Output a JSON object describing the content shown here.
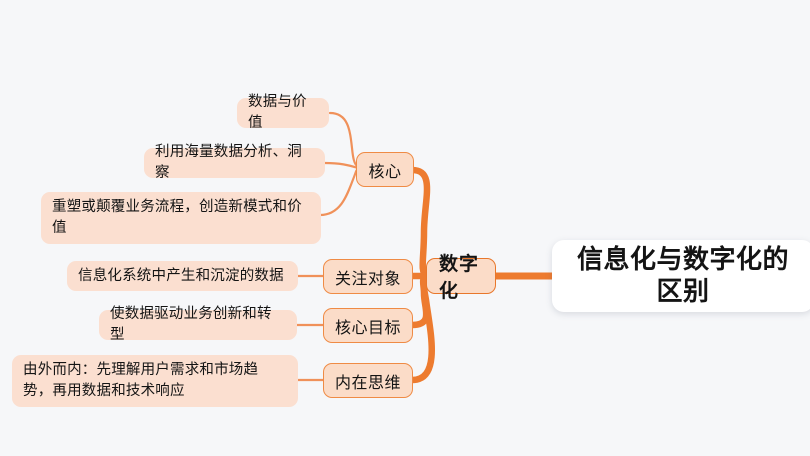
{
  "diagram": {
    "type": "mindmap",
    "background_color": "#f6f7f9",
    "root": {
      "label": "信息化与数字化的区别",
      "fill": "#ffffff",
      "text_color": "#141414"
    },
    "branch_color": "#ed7b2f",
    "node_fill": "#fbdcc8",
    "leaf_fill": "#fbdfd0",
    "level1": {
      "label": "数字化"
    },
    "level2": [
      {
        "label": "核心"
      },
      {
        "label": "关注对象"
      },
      {
        "label": "核心目标"
      },
      {
        "label": "内在思维"
      }
    ],
    "leaves": {
      "core": [
        {
          "label": "数据与价值"
        },
        {
          "label": "利用海量数据分析、洞察"
        },
        {
          "label": "重塑或颠覆业务流程，创造新模式和价\n值"
        }
      ],
      "focus": [
        {
          "label": "信息化系统中产生和沉淀的数据"
        }
      ],
      "goal": [
        {
          "label": "使数据驱动业务创新和转型"
        }
      ],
      "mindset": [
        {
          "label": "由外而内：先理解用户需求和市场趋\n势，再用数据和技术响应"
        }
      ]
    }
  }
}
